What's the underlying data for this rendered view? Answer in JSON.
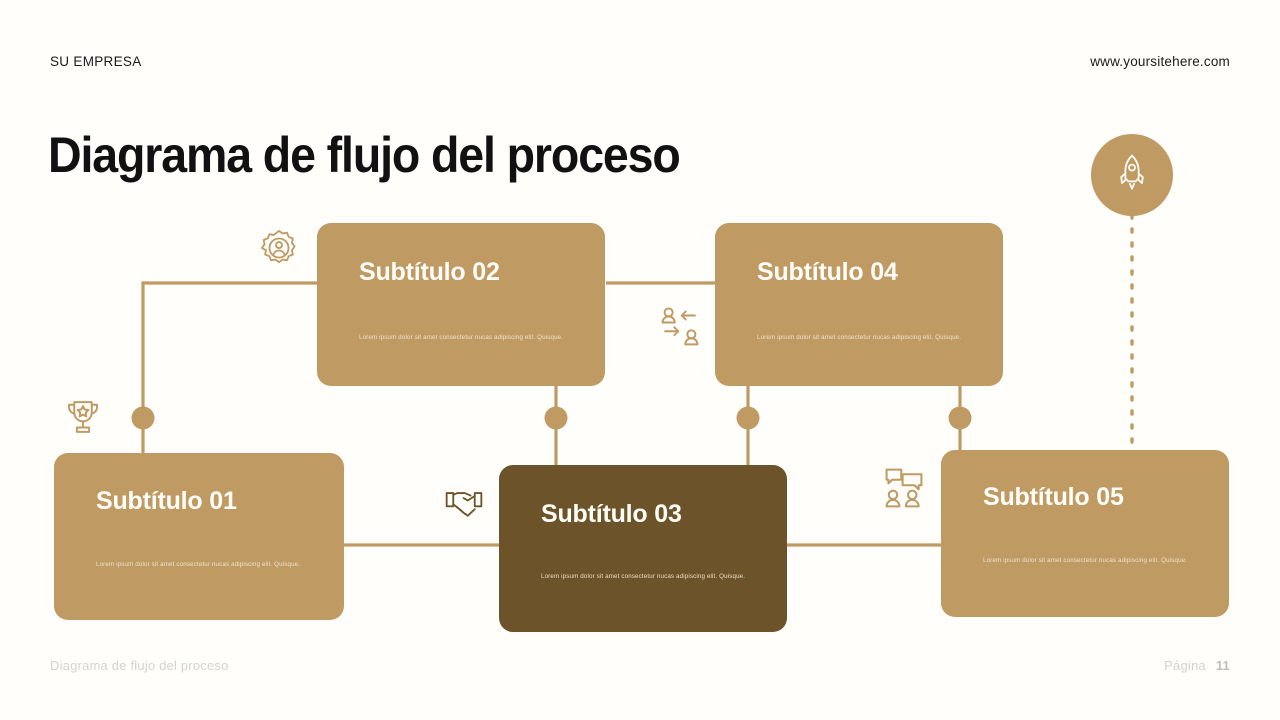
{
  "header": {
    "company": "SU EMPRESA",
    "website": "www.yoursitehere.com"
  },
  "page_title": "Diagrama de flujo del proceso",
  "footer": {
    "label": "Diagrama de flujo del proceso",
    "page_word": "Página",
    "page_number": "11"
  },
  "body_text": "Lorem ipsum dolor sit amet consectetur nucas adipiscing elit. Quisque.",
  "colors": {
    "card_light": "#bf9a63",
    "card_dark": "#6d5329",
    "line": "#bf9a63",
    "icon_light": "#bf9a63",
    "icon_dark": "#6d5329",
    "background": "#fffefb",
    "footer_text": "#d3d3d3",
    "title_text": "#111111"
  },
  "cards": [
    {
      "id": "card-01",
      "title": "Subtítulo 01",
      "body": "Lorem ipsum dolor sit amet consectetur nucas adipiscing elit. Quisque.",
      "variant": "light"
    },
    {
      "id": "card-02",
      "title": "Subtítulo 02",
      "body": "Lorem ipsum dolor sit amet consectetur nucas adipiscing elit. Quisque.",
      "variant": "light"
    },
    {
      "id": "card-03",
      "title": "Subtítulo 03",
      "body": "Lorem ipsum dolor sit amet consectetur nucas adipiscing elit. Quisque.",
      "variant": "dark"
    },
    {
      "id": "card-04",
      "title": "Subtítulo 04",
      "body": "Lorem ipsum dolor sit amet consectetur nucas adipiscing elit. Quisque.",
      "variant": "light"
    },
    {
      "id": "card-05",
      "title": "Subtítulo 05",
      "body": "Lorem ipsum dolor sit amet consectetur nucas adipiscing elit. Quisque.",
      "variant": "light"
    }
  ],
  "icons": [
    {
      "name": "trophy-icon",
      "label": "trophy with star"
    },
    {
      "name": "user-settings-icon",
      "label": "gear with person"
    },
    {
      "name": "handshake-icon",
      "label": "handshake"
    },
    {
      "name": "user-exchange-icon",
      "label": "two people exchanging"
    },
    {
      "name": "discussion-icon",
      "label": "two people with speech bubbles"
    },
    {
      "name": "rocket-icon",
      "label": "rocket in circle badge"
    }
  ]
}
